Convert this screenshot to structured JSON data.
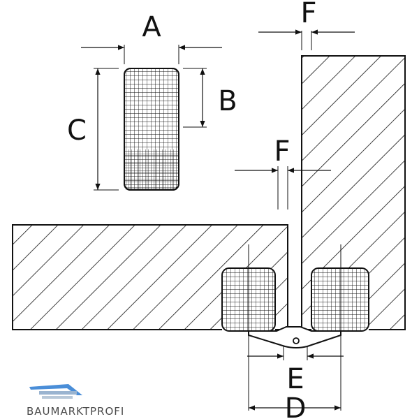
{
  "labels": {
    "a": "A",
    "b": "B",
    "c": "C",
    "d": "D",
    "e": "E",
    "f_top": "F",
    "f_mid": "F"
  },
  "logo": {
    "text": "BAUMARKTPROFI",
    "accent_color": "#4a8ed8",
    "text_color": "#4a4a4a"
  },
  "colors": {
    "line": "#111111",
    "background": "#ffffff"
  }
}
